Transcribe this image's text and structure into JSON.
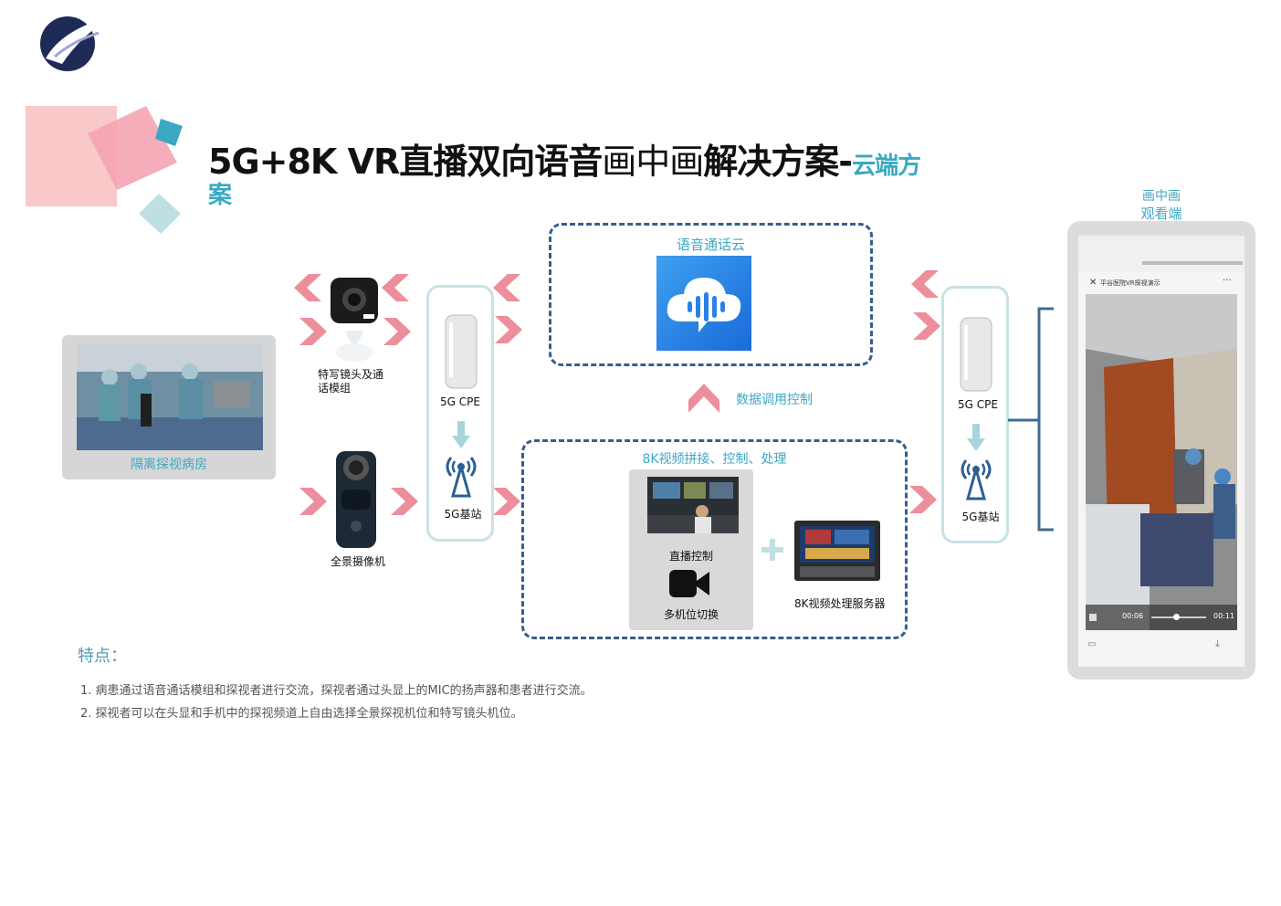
{
  "title": {
    "main": "5G+8K VR直播双向语音",
    "pip": "画中画",
    "main2": "解决方案-",
    "sub": "云端方",
    "sub_line2": "案"
  },
  "ward": {
    "label": "隔离探视病房"
  },
  "devices": {
    "closeup": "特写镜头及通\n话模组",
    "panorama": "全景摄像机",
    "cpe_left": "5G CPE",
    "station_left": "5G基站",
    "cpe_right": "5G CPE",
    "station_right": "5G基站"
  },
  "cloud": {
    "label": "语音通话云"
  },
  "data_control": {
    "label": "数据调用控制"
  },
  "processing": {
    "label": "8K视频拼接、控制、处理",
    "live_control": "直播控制",
    "multi_switch": "多机位切换",
    "server": "8K视频处理服务器"
  },
  "viewer": {
    "line1": "画中画",
    "line2": "观看端",
    "app_title": "平谷医院VR探视演示",
    "time_current": "00:06",
    "time_total": "00:11"
  },
  "features": {
    "title": "特点：",
    "items": [
      "1.   病患通过语音通话模组和探视者进行交流，探视者通过头显上的MIC的扬声器和患者进行交流。",
      "2.   探视者可以在头显和手机中的探视频道上自由选择全景探视机位和特写镜头机位。"
    ]
  },
  "colors": {
    "accent_blue": "#3fa7c4",
    "dash_blue": "#365f8a",
    "arrow_pink": "#ec8e9b",
    "pill_border": "#c7e2e6"
  }
}
